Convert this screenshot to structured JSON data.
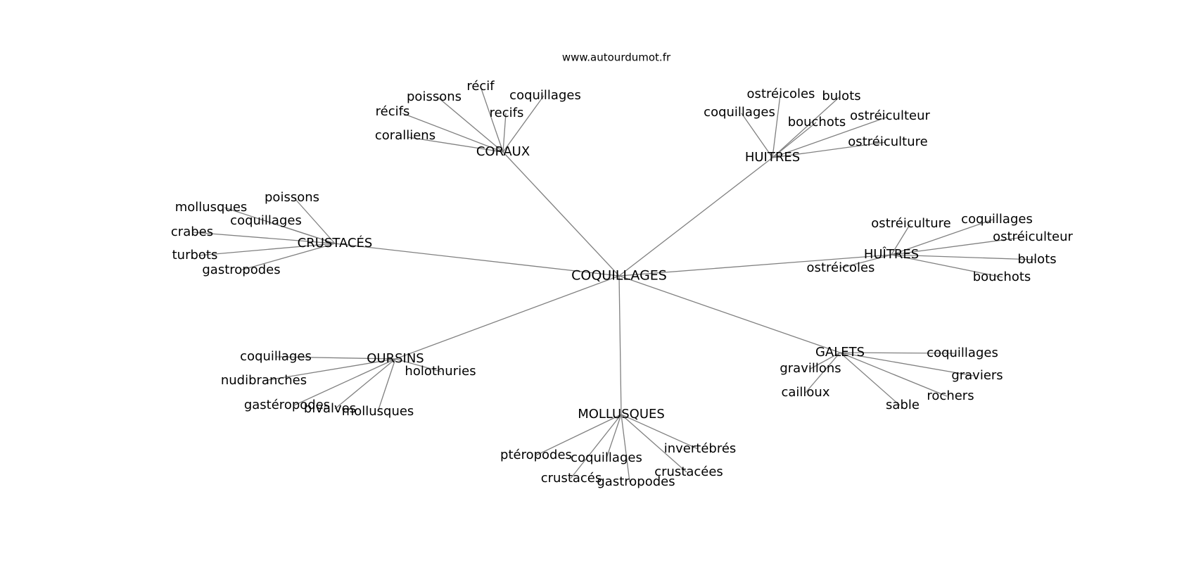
{
  "source": "www.autourdumot.fr",
  "root": "COQUILLAGES",
  "hubs": [
    {
      "label": "CORAUX",
      "leaves": [
        "récif",
        "poissons",
        "coquillages",
        "recifs",
        "récifs",
        "coralliens"
      ]
    },
    {
      "label": "HUITRES",
      "leaves": [
        "ostréicoles",
        "bulots",
        "coquillages",
        "bouchots",
        "ostréiculteur",
        "ostréiculture"
      ]
    },
    {
      "label": "CRUSTACÉS",
      "leaves": [
        "poissons",
        "mollusques",
        "coquillages",
        "crabes",
        "turbots",
        "gastropodes"
      ]
    },
    {
      "label": "HUÎTRES",
      "leaves": [
        "ostréiculture",
        "coquillages",
        "ostréiculteur",
        "bulots",
        "bouchots",
        "ostréicoles"
      ]
    },
    {
      "label": "OURSINS",
      "leaves": [
        "coquillages",
        "holothuries",
        "nudibranches",
        "gastéropodes",
        "bivalves",
        "mollusques"
      ]
    },
    {
      "label": "GALETS",
      "leaves": [
        "coquillages",
        "gravillons",
        "graviers",
        "cailloux",
        "rochers",
        "sable"
      ]
    },
    {
      "label": "MOLLUSQUES",
      "leaves": [
        "ptéropodes",
        "coquillages",
        "invertébrés",
        "crustacés",
        "crustacées",
        "gastropodes"
      ]
    }
  ]
}
